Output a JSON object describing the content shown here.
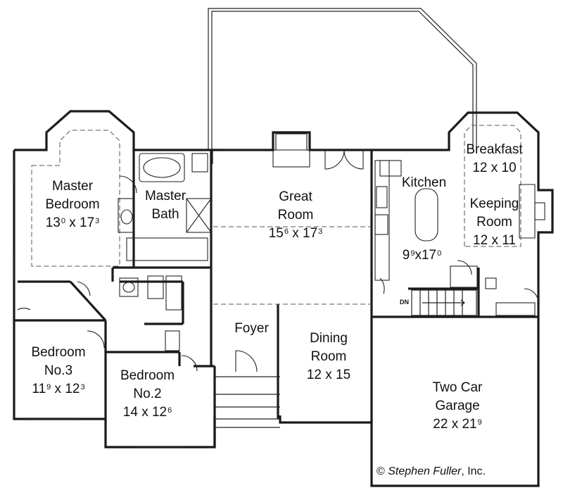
{
  "rooms": {
    "master_bedroom": {
      "name_1": "Master",
      "name_2": "Bedroom",
      "w": "13",
      "w_sup": "0",
      "x": "x",
      "d": "17",
      "d_sup": "3"
    },
    "master_bath": {
      "name_1": "Master",
      "name_2": "Bath"
    },
    "great_room": {
      "name_1": "Great",
      "name_2": "Room",
      "w": "15",
      "w_sup": "6",
      "x": "x",
      "d": "17",
      "d_sup": "3"
    },
    "kitchen": {
      "name": "Kitchen",
      "w": "9",
      "w_sup": "9",
      "x": "x",
      "d": "17",
      "d_sup": "0"
    },
    "breakfast": {
      "name": "Breakfast",
      "size": "12 x 10"
    },
    "keeping_room": {
      "name_1": "Keeping",
      "name_2": "Room",
      "size": "12 x 11"
    },
    "foyer": {
      "name": "Foyer"
    },
    "dining_room": {
      "name_1": "Dining",
      "name_2": "Room",
      "size": "12 x 15"
    },
    "bedroom_3": {
      "name_1": "Bedroom",
      "name_2": "No.3",
      "w": "11",
      "w_sup": "9",
      "x": "x",
      "d": "12",
      "d_sup": "3"
    },
    "bedroom_2": {
      "name_1": "Bedroom",
      "name_2": "No.2",
      "w": "14",
      "x": "x",
      "d": "12",
      "d_sup": "6"
    },
    "garage": {
      "name_1": "Two Car",
      "name_2": "Garage",
      "w": "22",
      "x": "x",
      "d": "21",
      "d_sup": "9"
    }
  },
  "stair_label": "DN",
  "credit": {
    "symbol": "©",
    "name": "Stephen Fuller",
    "suffix": ", Inc."
  }
}
